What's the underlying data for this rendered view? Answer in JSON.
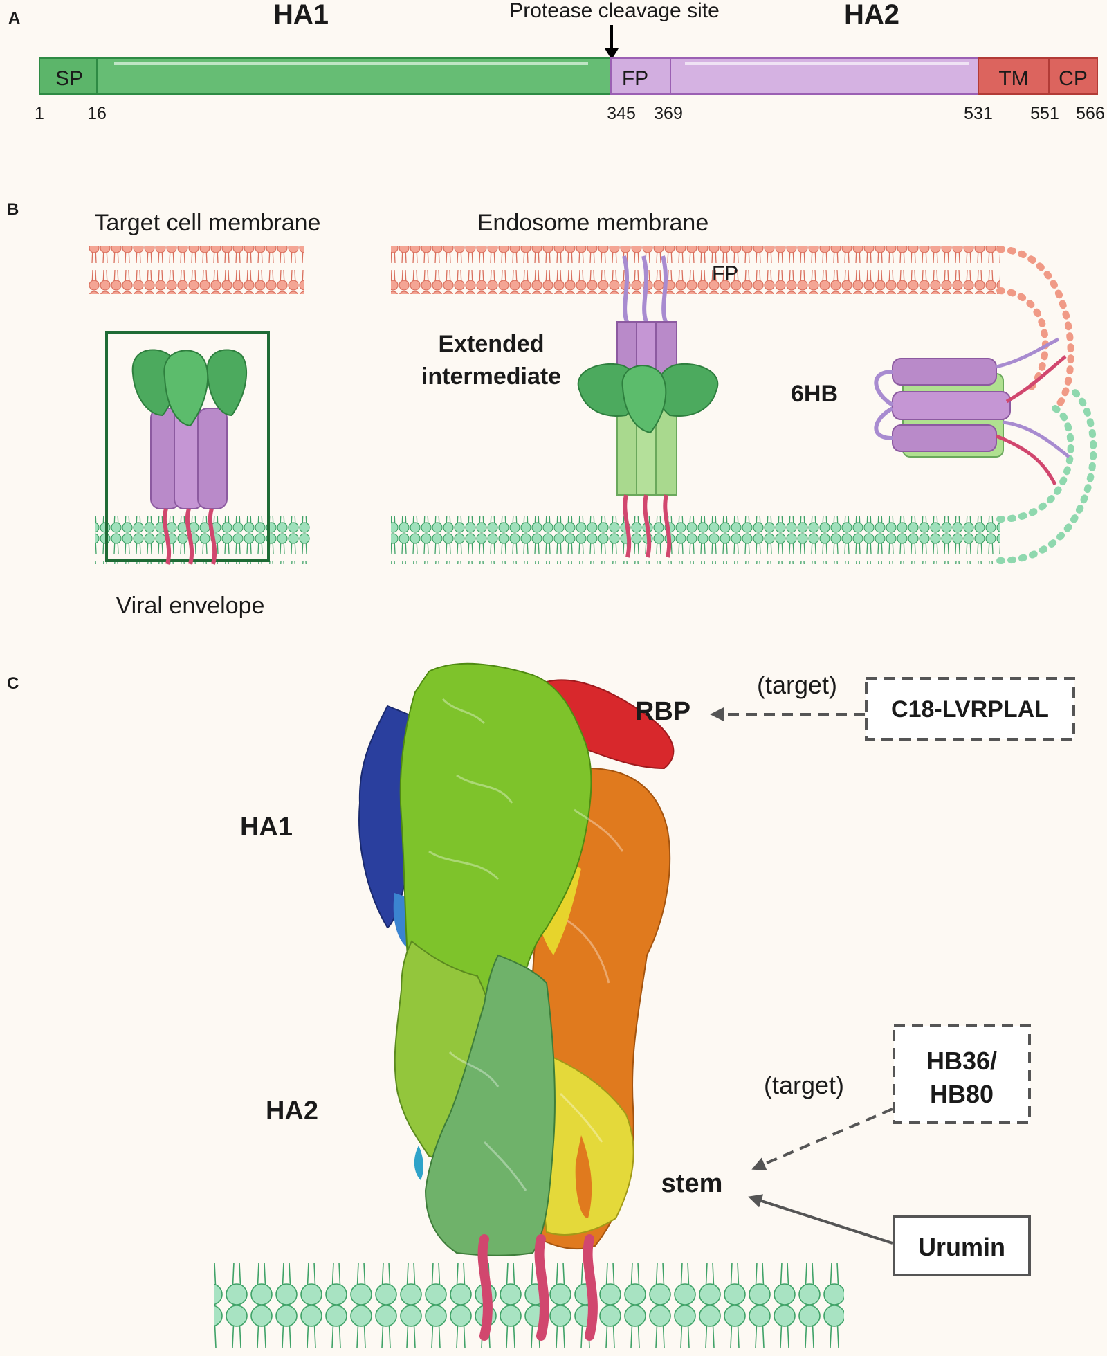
{
  "panel_a": {
    "letter": "A",
    "ha1_label": "HA1",
    "ha2_label": "HA2",
    "cleavage_label": "Protease cleavage site",
    "domains": {
      "sp": "SP",
      "fp": "FP",
      "tm": "TM",
      "cp": "CP"
    },
    "positions": [
      "1",
      "16",
      "345",
      "369",
      "531",
      "551",
      "566"
    ]
  },
  "panel_b": {
    "letter": "B",
    "target_membrane_label": "Target cell membrane",
    "endosome_membrane_label": "Endosome  membrane",
    "fp_label": "FP",
    "extended_line1": "Extended",
    "extended_line2": "intermediate",
    "six_hb_label": "6HB",
    "viral_envelope_label": "Viral envelope"
  },
  "panel_c": {
    "letter": "C",
    "ha1_label": "HA1",
    "ha2_label": "HA2",
    "rbp_label": "RBP",
    "target_label_1": "(target)",
    "target_label_2": "(target)",
    "c18_label": "C18-LVRPLAL",
    "hb_line1": "HB36/",
    "hb_line2": "HB80",
    "stem_label": "stem",
    "urumin_label": "Urumin"
  },
  "colors": {
    "ha1_green": "#5cb56a",
    "ha2_purple": "#c8a2d6",
    "tm_cp_red": "#d9605b",
    "membrane_red": "#f09a86",
    "membrane_green": "#8fd8ae",
    "anchor_pink": "#d1476e",
    "background": "#fdf9f3"
  }
}
